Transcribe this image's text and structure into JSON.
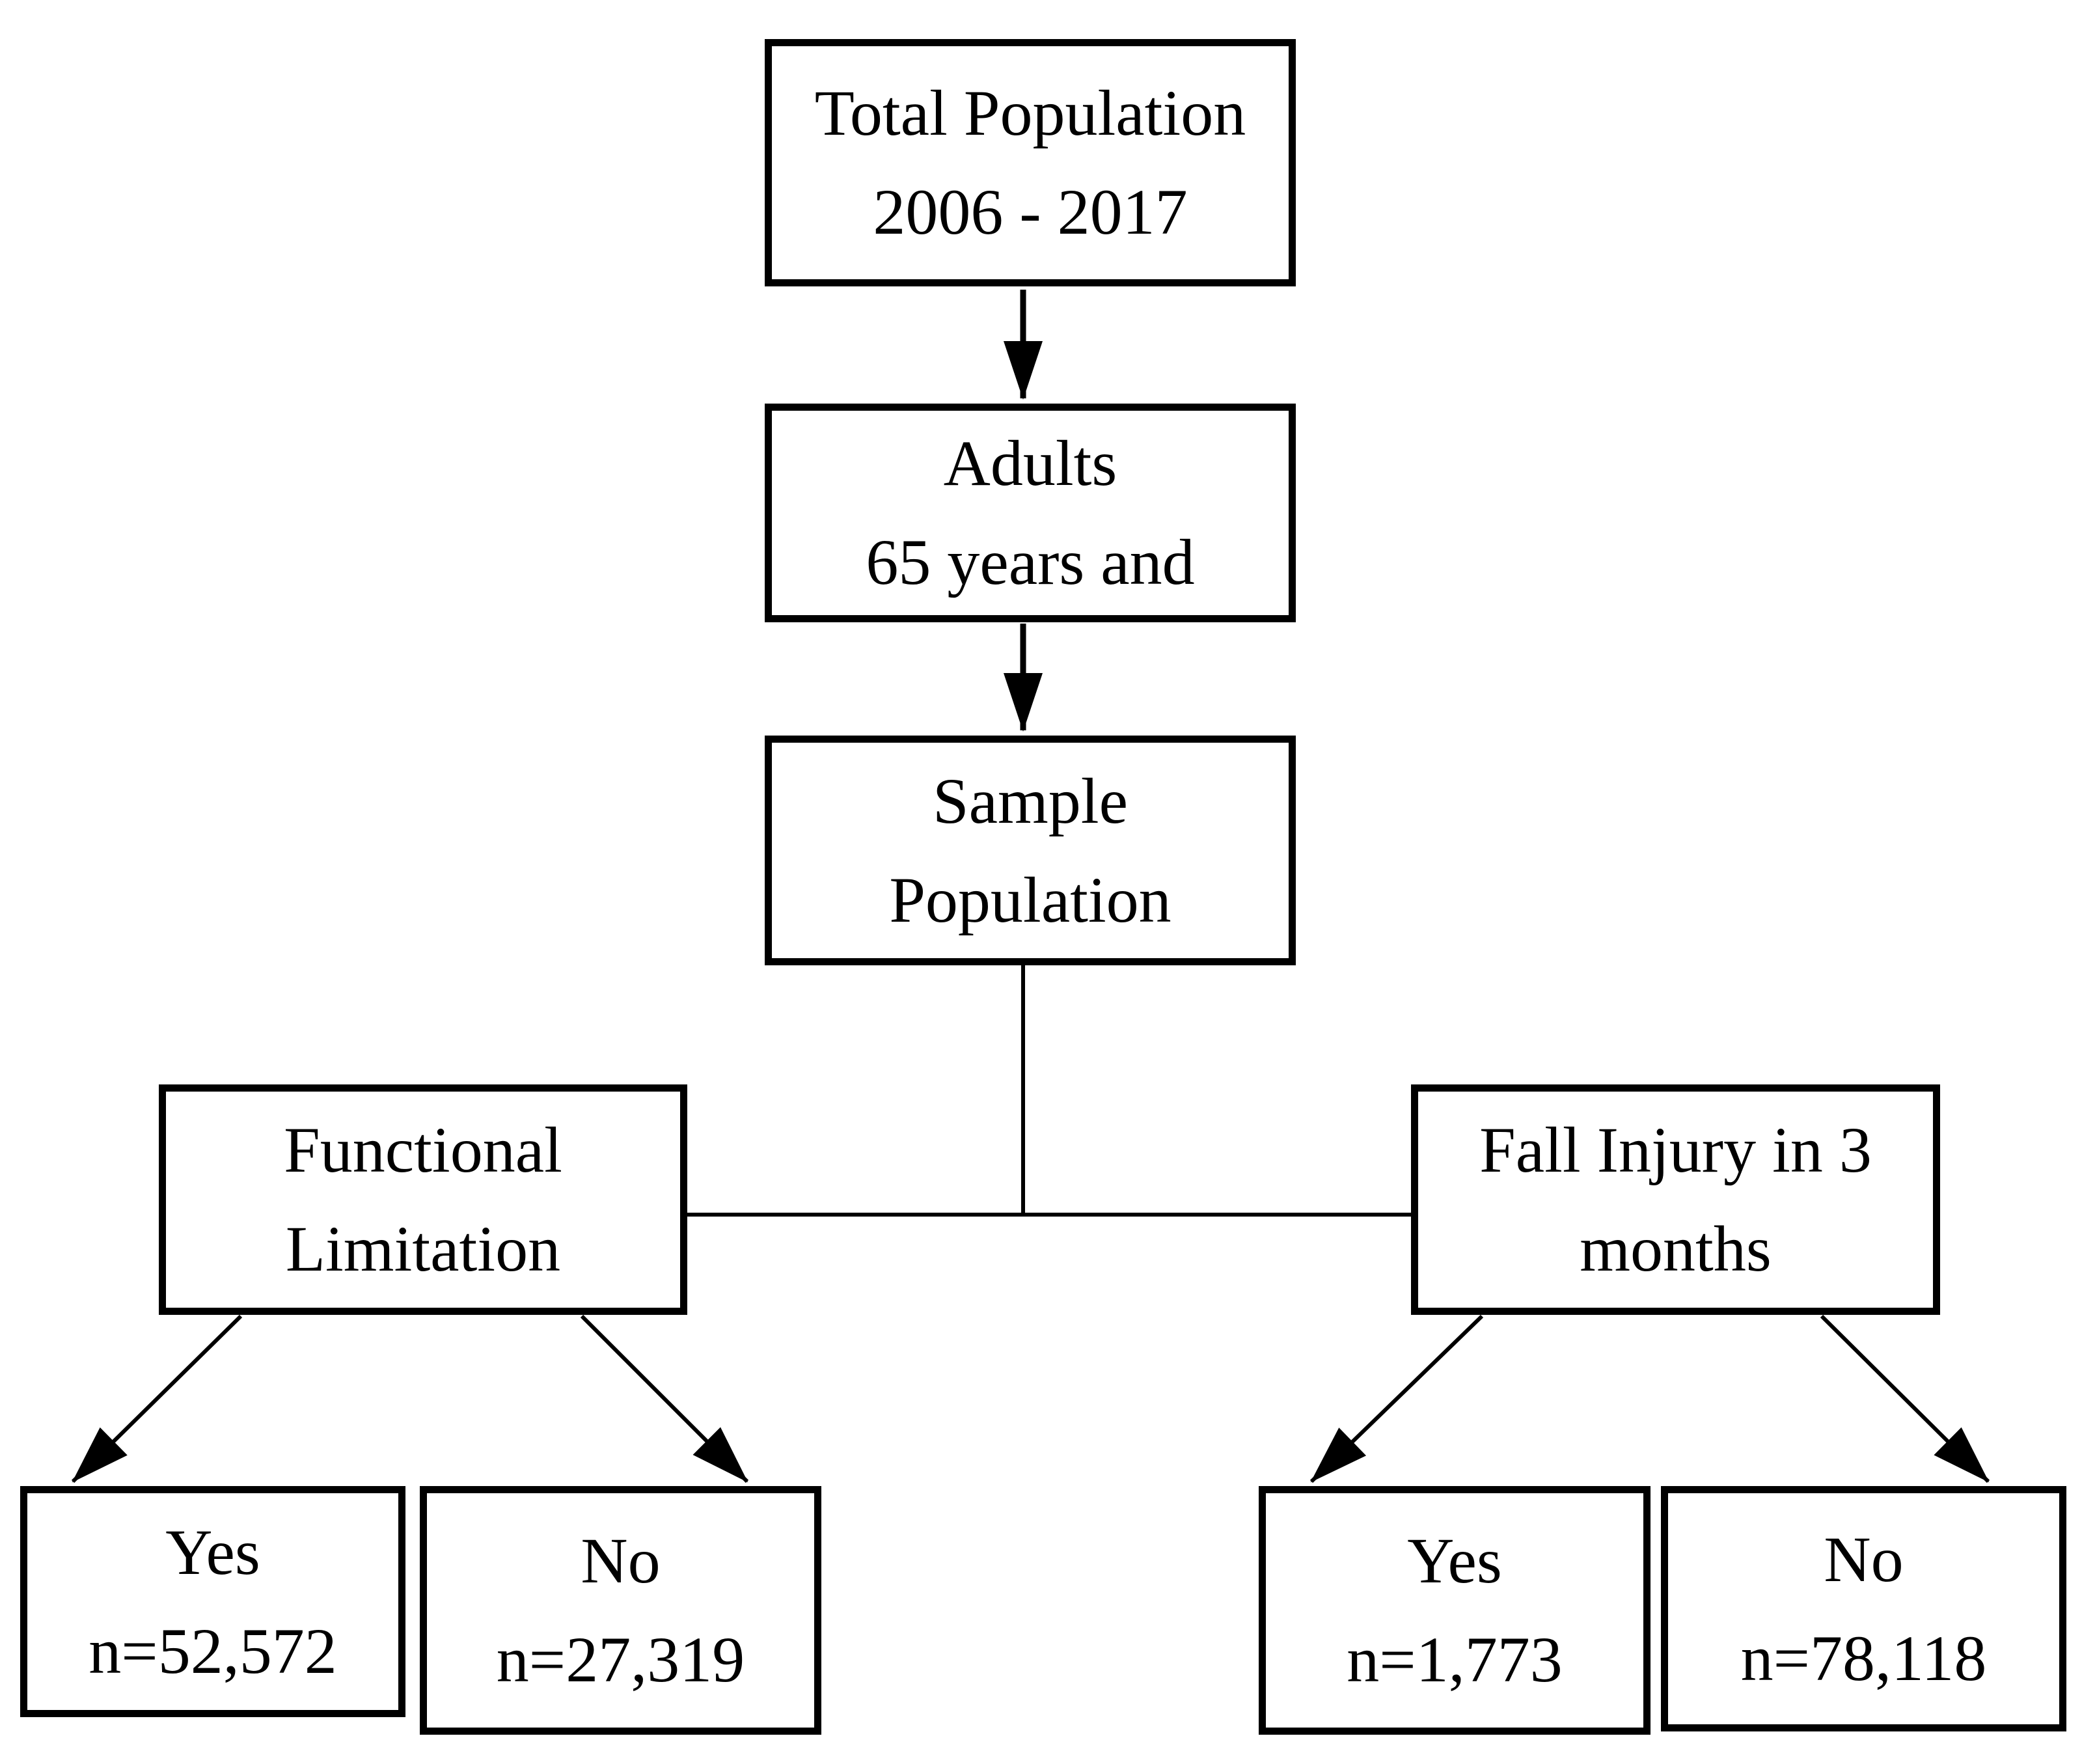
{
  "colors": {
    "ink": "#000000",
    "background": "#ffffff"
  },
  "nodes": [
    {
      "id": "total",
      "line1": "Total Population",
      "line2": "2006 - 2017"
    },
    {
      "id": "adults",
      "line1": "Adults",
      "line2": "65 years and"
    },
    {
      "id": "sample",
      "line1": "Sample",
      "line2": "Population"
    },
    {
      "id": "functional_limitation",
      "line1": "Functional",
      "line2": "Limitation"
    },
    {
      "id": "fall_injury",
      "line1": "Fall Injury in 3",
      "line2": "months"
    },
    {
      "id": "functional_yes",
      "line1": "Yes",
      "line2": "n=52,572"
    },
    {
      "id": "functional_no",
      "line1": "No",
      "line2": "n=27,319"
    },
    {
      "id": "fall_yes",
      "line1": "Yes",
      "line2": "n=1,773"
    },
    {
      "id": "fall_no",
      "line1": "No",
      "line2": "n=78,118"
    }
  ],
  "edges": [
    {
      "from": "total",
      "to": "adults",
      "type": "arrow"
    },
    {
      "from": "adults",
      "to": "sample",
      "type": "arrow"
    },
    {
      "from": "sample",
      "to": "functional_limitation",
      "type": "line"
    },
    {
      "from": "sample",
      "to": "fall_injury",
      "type": "line"
    },
    {
      "from": "functional_limitation",
      "to": "functional_yes",
      "type": "arrow"
    },
    {
      "from": "functional_limitation",
      "to": "functional_no",
      "type": "arrow"
    },
    {
      "from": "fall_injury",
      "to": "fall_yes",
      "type": "arrow"
    },
    {
      "from": "fall_injury",
      "to": "fall_no",
      "type": "arrow"
    }
  ]
}
